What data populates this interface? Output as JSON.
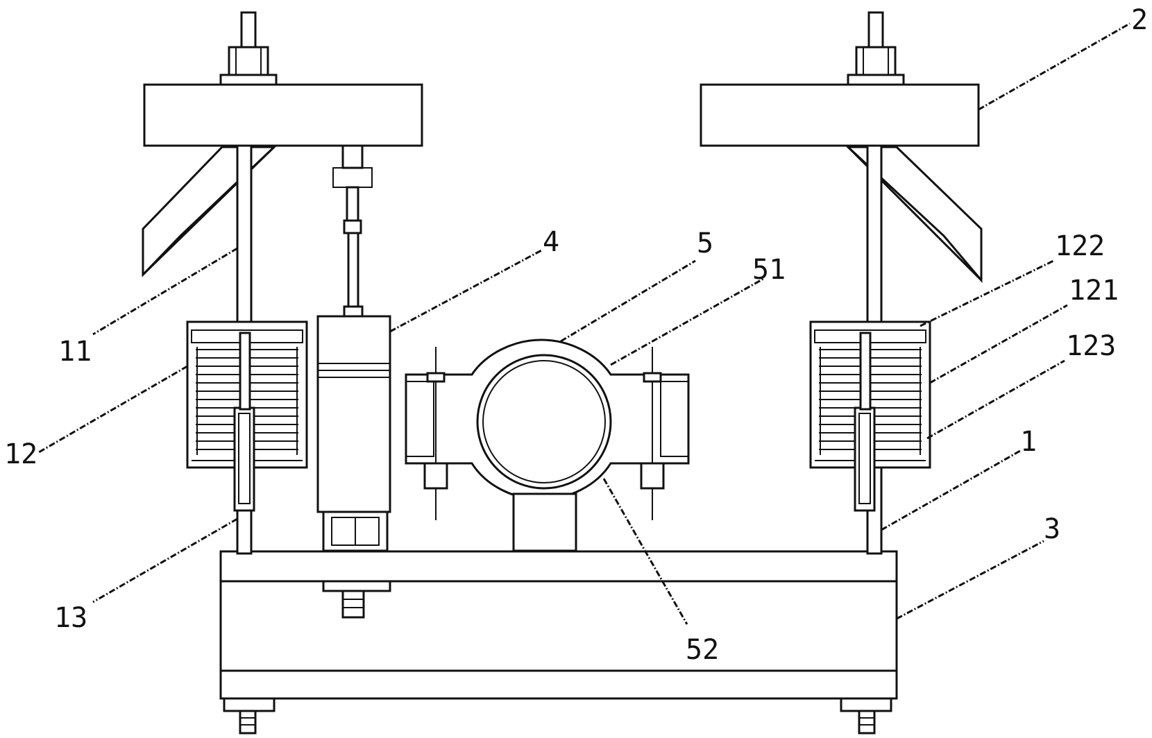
{
  "labels": {
    "l2": "2",
    "l4": "4",
    "l5": "5",
    "l51": "51",
    "l122": "122",
    "l121": "121",
    "l123": "123",
    "l11": "11",
    "l12": "12",
    "l1": "1",
    "l3": "3",
    "l13": "13",
    "l52": "52"
  }
}
